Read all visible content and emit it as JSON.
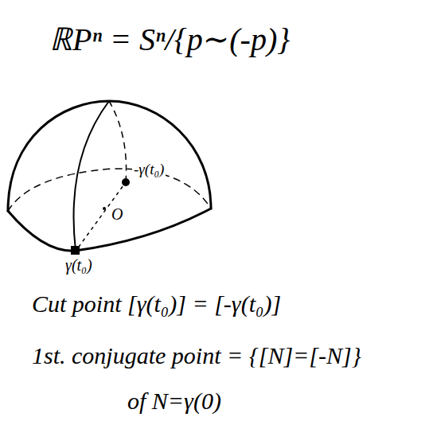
{
  "diagram": {
    "labels": [
      "ℝPⁿ = Sⁿ/{p∼(-p)}",
      "-γ(t₀)",
      "O",
      "γ(t₀)",
      "Cut point [γ(t₀)] = [-γ(t₀)]",
      "1st. conjugate point = {[N]=[-N]}",
      "of N=γ(0)"
    ]
  }
}
